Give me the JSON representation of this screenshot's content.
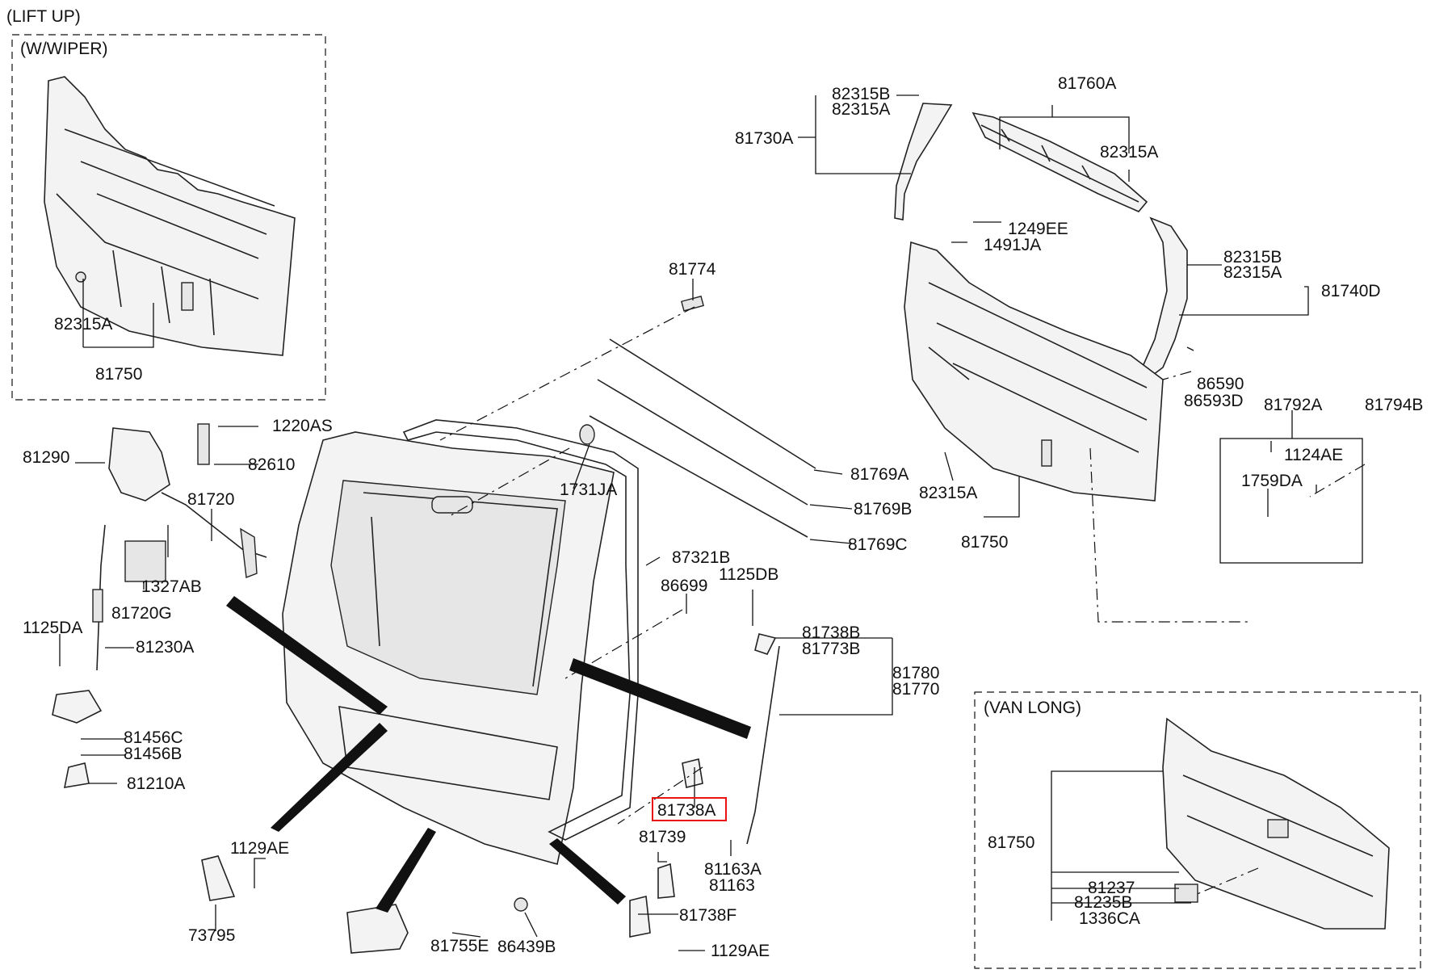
{
  "sections": {
    "lift_up": "(LIFT UP)",
    "wiper": "(W/WIPER)",
    "van_long": "(VAN LONG)"
  },
  "labels": {
    "p82315B_a": "82315B",
    "p82315A_a": "82315A",
    "p81730A": "81730A",
    "p81760A": "81760A",
    "p82315A_b": "82315A",
    "p1249EE": "1249EE",
    "p1491JA": "1491JA",
    "p82315B_b": "82315B",
    "p82315A_c": "82315A",
    "p81740D": "81740D",
    "p86590": "86590",
    "p86593D": "86593D",
    "p81792A": "81792A",
    "p81794B": "81794B",
    "p1124AE": "1124AE",
    "p1759DA": "1759DA",
    "p82315A_d": "82315A",
    "p81750_b": "81750",
    "p82315A_w": "82315A",
    "p81750_a": "81750",
    "p1220AS": "1220AS",
    "p81290": "81290",
    "p82610": "82610",
    "p81720": "81720",
    "p1327AB": "1327AB",
    "p81720G": "81720G",
    "p1125DA": "1125DA",
    "p81230A": "81230A",
    "p81456C": "81456C",
    "p81456B": "81456B",
    "p81210A": "81210A",
    "p1129AE_a": "1129AE",
    "p73795": "73795",
    "p81755E": "81755E",
    "p86439B": "86439B",
    "p81774": "81774",
    "p1731JA": "1731JA",
    "p81769A": "81769A",
    "p81769B": "81769B",
    "p81769C": "81769C",
    "p87321B": "87321B",
    "p86699": "86699",
    "p1125DB": "1125DB",
    "p81738B": "81738B",
    "p81773B": "81773B",
    "p81780": "81780",
    "p81770": "81770",
    "p81738A": "81738A",
    "p81739": "81739",
    "p81163A": "81163A",
    "p81163": "81163",
    "p81738F": "81738F",
    "p1129AE_b": "1129AE",
    "p81750_c": "81750",
    "p81237": "81237",
    "p81235B": "81235B",
    "p1336CA": "1336CA"
  },
  "highlight": {
    "part": "81738A",
    "color": "#e11111"
  }
}
